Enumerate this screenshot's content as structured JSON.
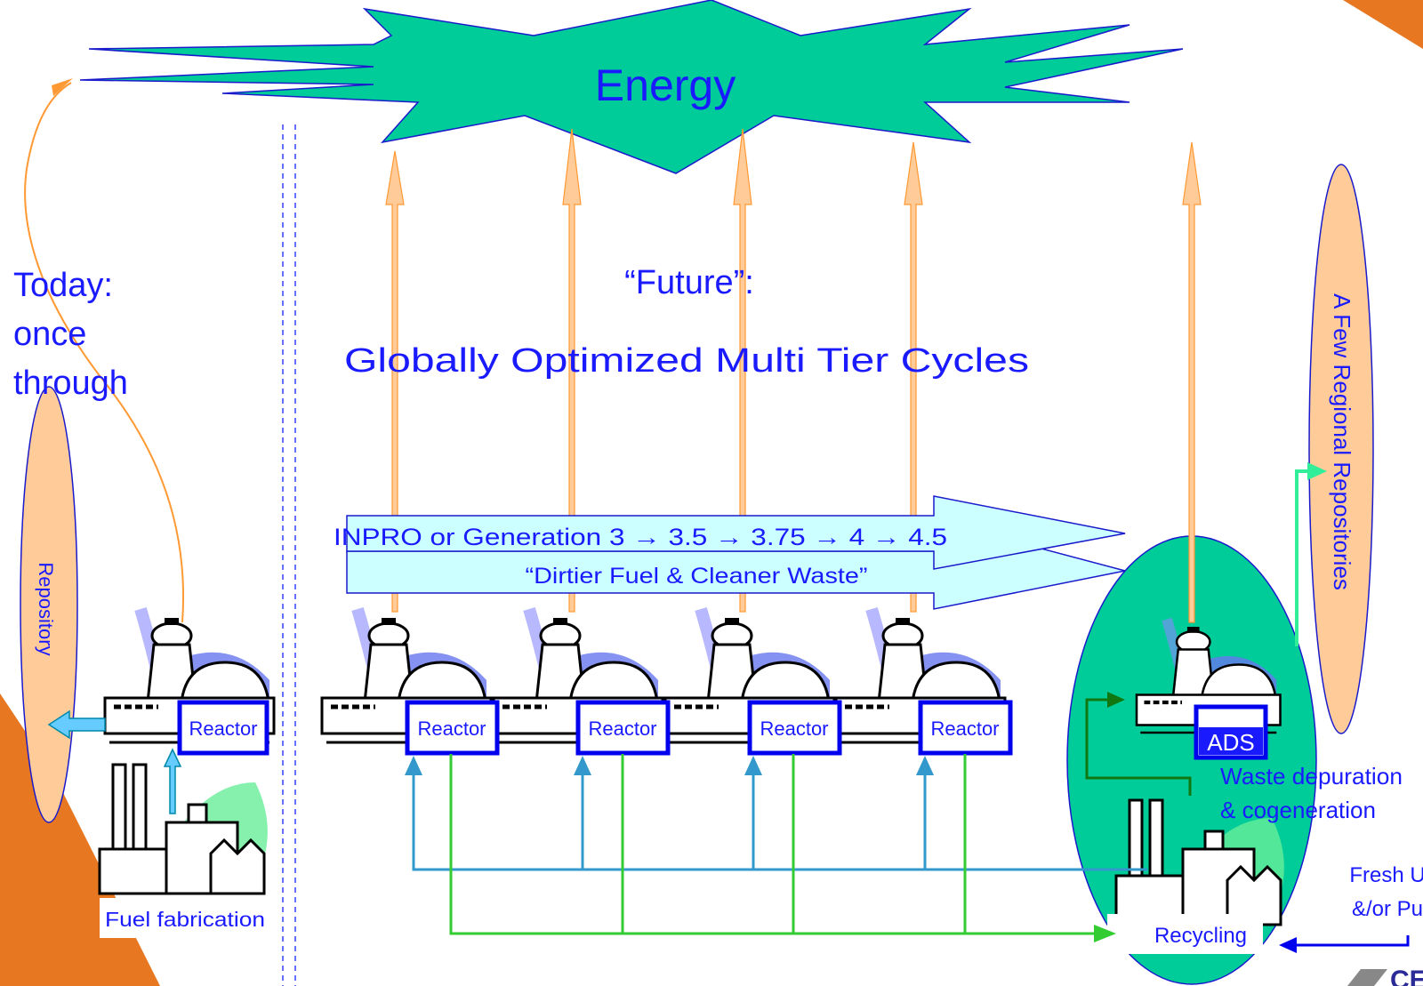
{
  "energy": {
    "label": "Energy"
  },
  "today": {
    "line1": "Today:",
    "line2": "once",
    "line3": "through"
  },
  "future": {
    "line1": "“Future”:",
    "line2": "Globally Optimized Multi Tier Cycles"
  },
  "generations": {
    "line1": "INPRO or Generation 3 → 3.5 → 3.75 →  4 → 4.5",
    "line2": "“Dirtier Fuel & Cleaner Waste”"
  },
  "repository_left": {
    "label": "Repository"
  },
  "repositories_right": {
    "label": "A Few Regional Repositories"
  },
  "reactors": [
    {
      "label": "Reactor"
    },
    {
      "label": "Reactor"
    },
    {
      "label": "Reactor"
    },
    {
      "label": "Reactor"
    },
    {
      "label": "Reactor"
    }
  ],
  "ads": {
    "label": "ADS"
  },
  "fuel_fabrication": {
    "label": "Fuel fabrication"
  },
  "recycling": {
    "label": "Recycling"
  },
  "waste": {
    "line1": "Waste depuration",
    "line2": "& cogeneration"
  },
  "fresh": {
    "line1": "Fresh U",
    "line2": "&/or Pu"
  },
  "logo": {
    "text": "CE"
  },
  "colors": {
    "energy_fill": "#00cc99",
    "arrow_fill": "#ffcc99",
    "arrow_stroke": "#ff9933",
    "text_blue": "#1a1aff",
    "box_blue": "#0000ee",
    "banner_fill": "#ccffff",
    "green_line": "#33cc33",
    "teal_line": "#3399cc",
    "orange_corner": "#e87722"
  }
}
